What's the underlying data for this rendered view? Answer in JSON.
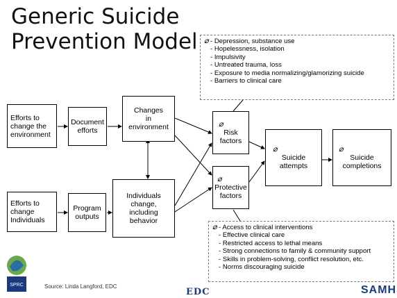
{
  "title": {
    "line1": "Generic Suicide",
    "line2": "Prevention Model"
  },
  "risk_note": {
    "symbol": "⌀",
    "items": [
      "- Depression, substance use",
      "- Hopelessness, isolation",
      "- Impulsivity",
      "- Untreated trauma, loss",
      "- Exposure to media normalizing/glamorizing suicide",
      "- Barriers to clinical care"
    ]
  },
  "protective_note": {
    "symbol": "⌀",
    "items": [
      "- Access to clinical interventions",
      "- Effective clinical care",
      "- Restricted access to lethal means",
      "- Strong connections to family & community support",
      "- Skills in problem-solving, conflict resolution, etc.",
      "- Norms discouraging suicide"
    ]
  },
  "nodes": {
    "efforts_env": {
      "lines": [
        "Efforts to",
        "change the",
        "environment"
      ]
    },
    "document_efforts": {
      "lines": [
        "Document",
        "efforts"
      ]
    },
    "changes_env": {
      "lines": [
        "Changes",
        "in",
        "environment"
      ]
    },
    "efforts_ind": {
      "lines": [
        "Efforts to",
        "change",
        "Individuals"
      ]
    },
    "program_outputs": {
      "lines": [
        "Program",
        "outputs"
      ]
    },
    "individuals_change": {
      "lines": [
        "Individuals",
        "change,",
        "including",
        "behavior"
      ]
    },
    "risk_factors": {
      "symbol": "⌀",
      "lines": [
        "Risk",
        "factors"
      ]
    },
    "protective_factors": {
      "symbol": "⌀",
      "lines": [
        "Protective",
        "factors"
      ]
    },
    "suicide_attempts": {
      "symbol": "⌀",
      "lines": [
        "Suicide",
        "attempts"
      ]
    },
    "suicide_completions": {
      "symbol": "⌀",
      "lines": [
        "Suicide",
        "completions"
      ]
    }
  },
  "footer": {
    "source": "Source: Linda Langford, EDC",
    "logo_left": "SPRC",
    "logo_center": "EDC",
    "logo_right": "SAMHSA"
  }
}
